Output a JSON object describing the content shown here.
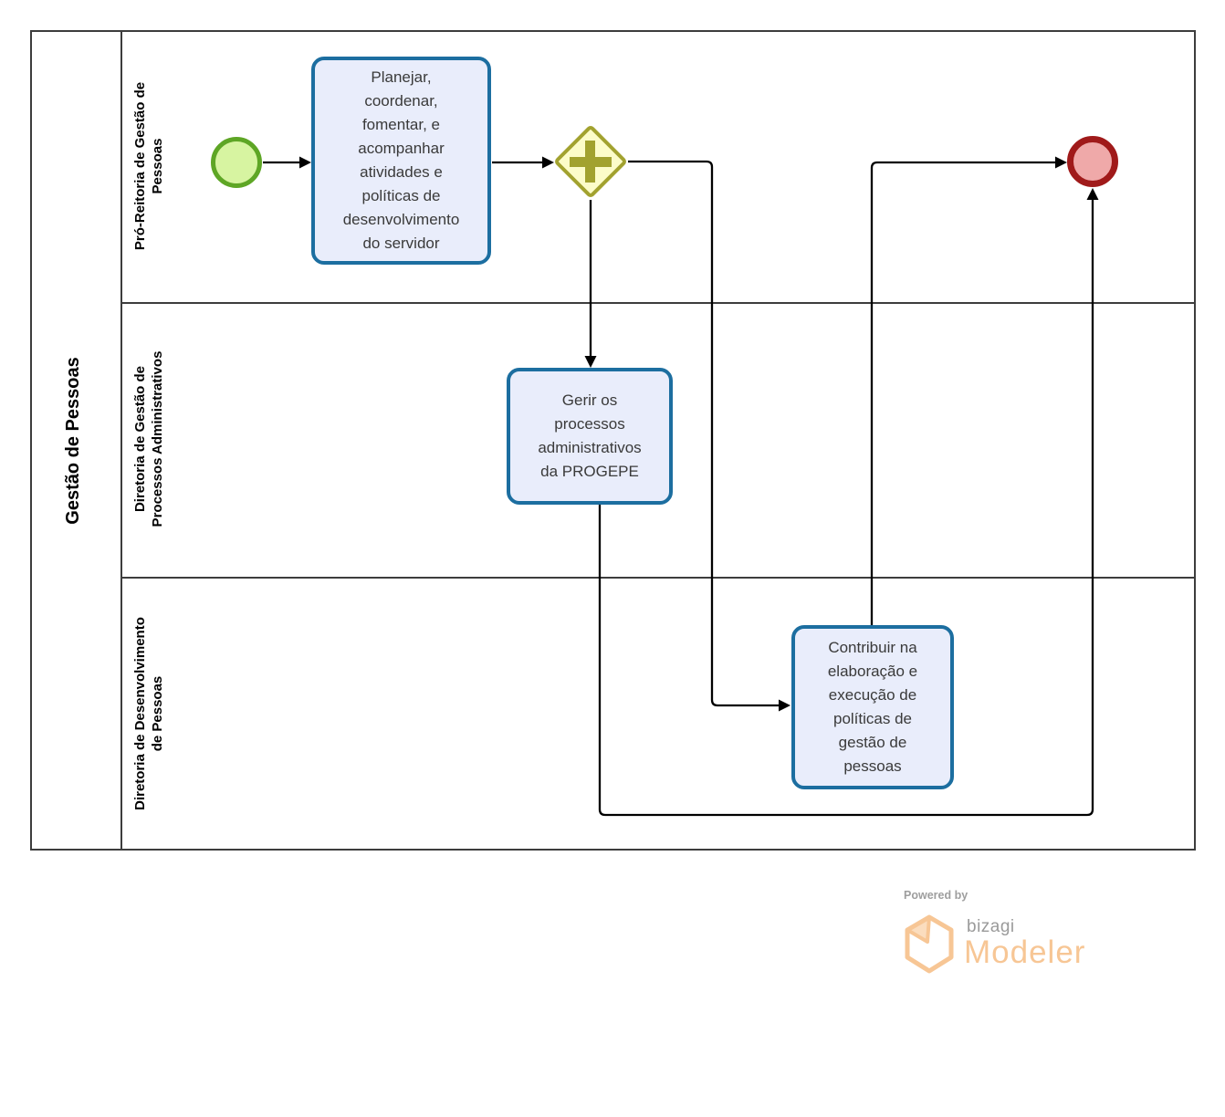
{
  "pool": {
    "title": "Gestão de Pessoas",
    "lanes": [
      {
        "label": "Pró-Reitoria de Gestão de\nPessoas"
      },
      {
        "label": "Diretoria de Gestão de\nProcessos Administrativos"
      },
      {
        "label": "Diretoria de Desenvolvimento\nde Pessoas"
      }
    ]
  },
  "nodes": {
    "start_event": {
      "type": "start-event"
    },
    "task_planejar": {
      "label": "Planejar,\ncoordenar,\nfomentar, e\nacompanhar\natividades e\npolíticas de\ndesenvolvimento\ndo servidor"
    },
    "parallel_gateway": {
      "type": "parallel-gateway"
    },
    "task_gerir": {
      "label": "Gerir os\nprocessos\nadministrativos\nda PROGEPE"
    },
    "task_contribuir": {
      "label": "Contribuir na\nelaboração e\nexecução de\npolíticas de\ngestão de\npessoas"
    },
    "end_event": {
      "type": "end-event"
    }
  },
  "footer": {
    "powered_by": "Powered by",
    "brand": "bizagi",
    "product": "Modeler"
  },
  "colors": {
    "task_fill": "#E9EDFB",
    "task_border": "#1C6EA0",
    "gateway_fill": "#FCFCC9",
    "gateway_border": "#A2A22F",
    "start_fill": "#D7F4A1",
    "start_border": "#5EA625",
    "end_fill": "#EFA9A9",
    "end_border": "#A01A1A",
    "flow_color": "#000000",
    "lane_border": "#3D3D3D",
    "logo_orange": "#F7C695",
    "logo_gray": "#9A9A9A"
  }
}
